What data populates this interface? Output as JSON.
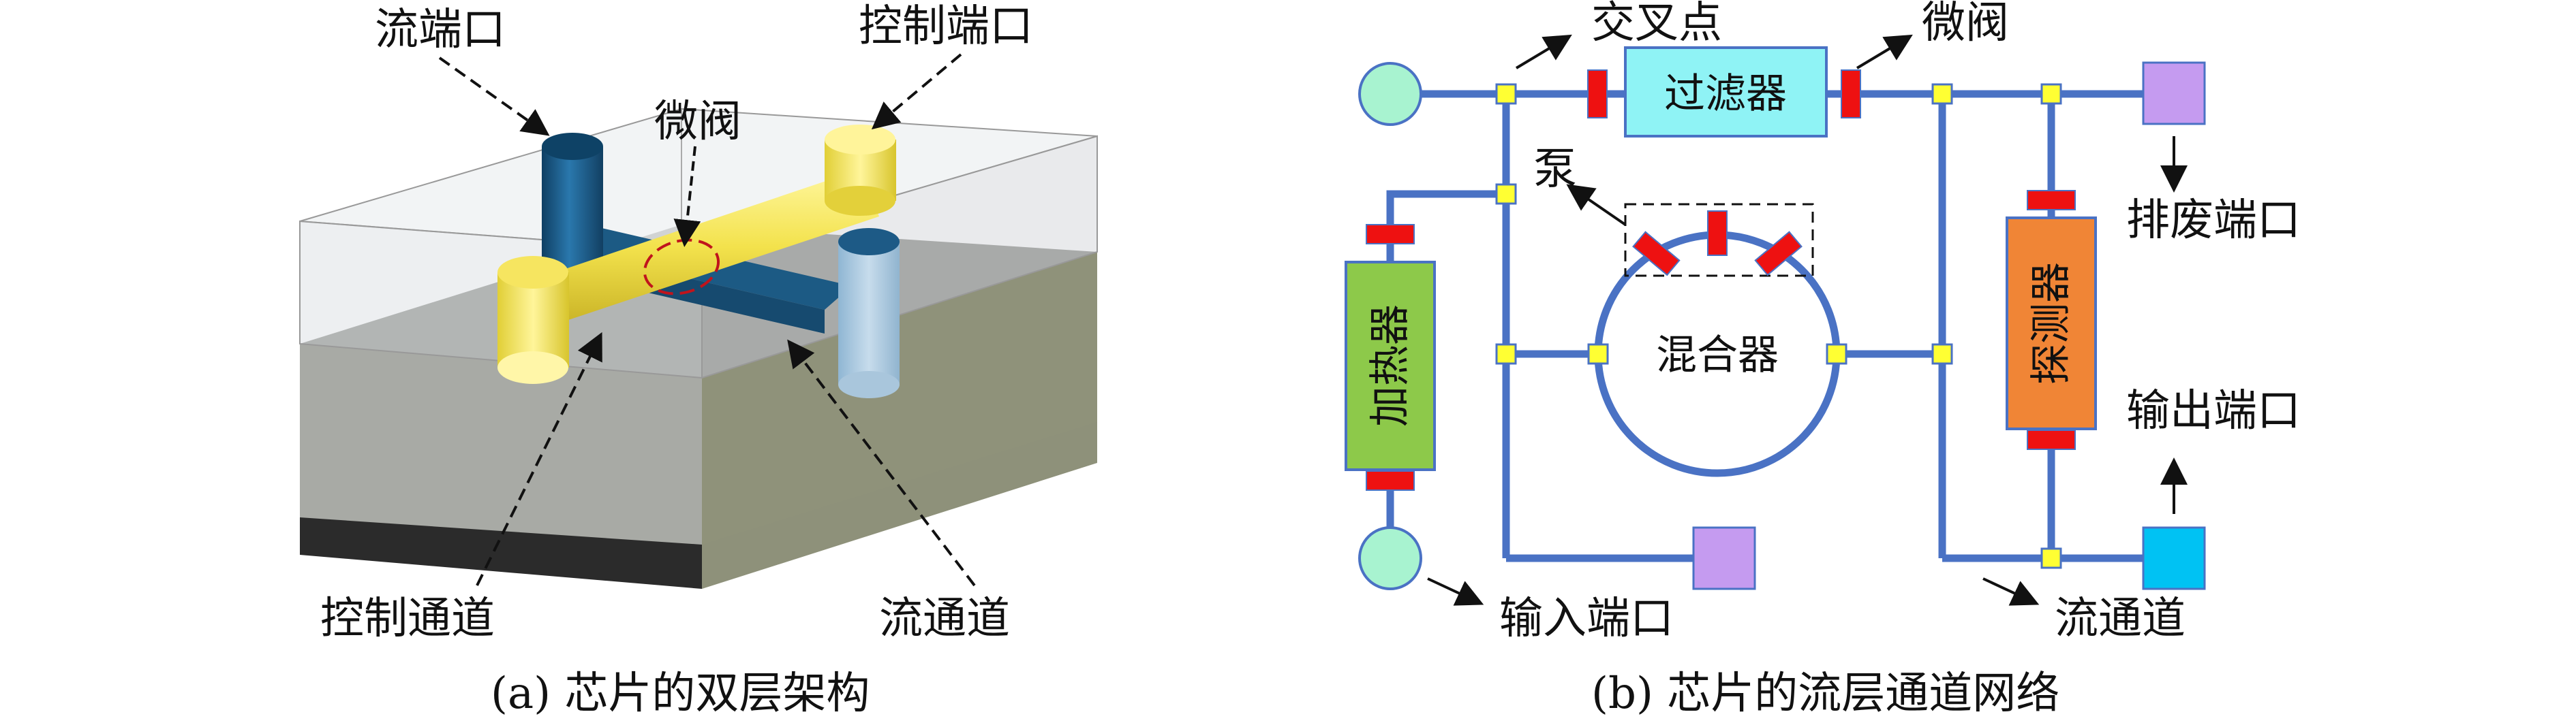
{
  "panel_a": {
    "labels": {
      "flow_port": "流端口",
      "control_port": "控制端口",
      "microvalve": "微阀",
      "control_channel": "控制通道",
      "flow_channel": "流通道"
    },
    "caption": "(a) 芯片的双层架构",
    "colors": {
      "flow_channel": "#1b5a86",
      "control_channel": "#f3e24c",
      "glass": "#e9ecef",
      "substrate_dark": "#2a2a2a",
      "valve_ring": "#c0141c"
    }
  },
  "panel_b": {
    "labels": {
      "intersection": "交叉点",
      "filter": "过滤器",
      "microvalve": "微阀",
      "pump": "泵",
      "heater": "加热器",
      "mixer": "混合器",
      "detector": "探测器",
      "waste_port": "排废端口",
      "output_port": "输出端口",
      "input_port": "输入端口",
      "flow_channel": "流通道"
    },
    "caption": "(b) 芯片的流层通道网络",
    "colors": {
      "channel": "#4a72c4",
      "junction": "#ffff33",
      "valve": "#ee1111",
      "port_circle": "#a8f3d0",
      "filter": "#8ff3f5",
      "heater": "#8dc94a",
      "detector": "#f08536",
      "waste_port": "#c59bf0",
      "output_port": "#00c2f3",
      "purple_port": "#c59bf0"
    }
  }
}
